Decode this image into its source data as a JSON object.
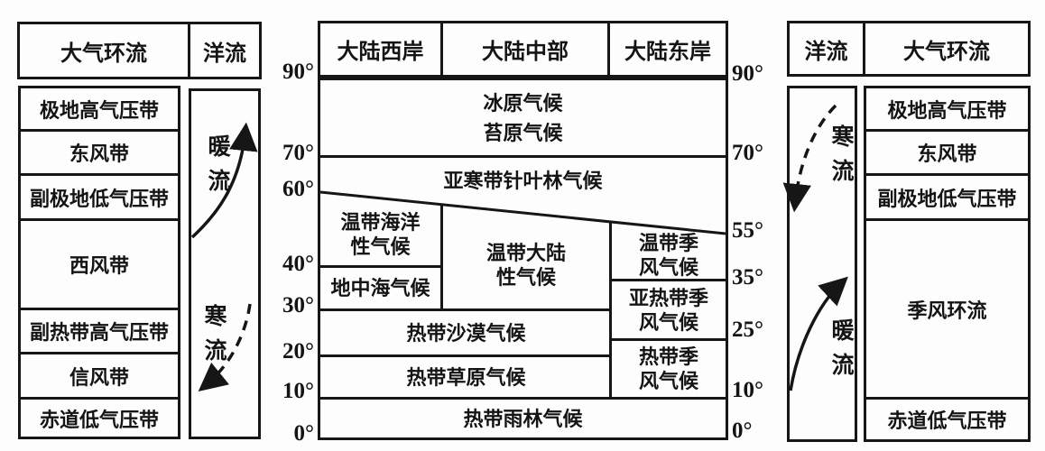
{
  "colors": {
    "line": "#161616",
    "background": "#fdfdfd"
  },
  "left_panel": {
    "header": {
      "atmospheric": "大气环流",
      "ocean": "洋流"
    },
    "bands": [
      "极地高气压带",
      "东风带",
      "副极地低气压带",
      "西风带",
      "副热带高气压带",
      "信风带",
      "赤道低气压带"
    ],
    "currents": {
      "warm": {
        "label": "暖流",
        "arrow_style": "solid",
        "direction": "up"
      },
      "cold": {
        "label": "寒流",
        "arrow_style": "dashed",
        "direction": "down"
      }
    }
  },
  "middle_panel": {
    "header": [
      "大陆西岸",
      "大陆中部",
      "大陆东岸"
    ],
    "lat_left": [
      "90°",
      "70°",
      "60°",
      "40°",
      "30°",
      "20°",
      "10°",
      "0°"
    ],
    "lat_right": [
      "90°",
      "70°",
      "55°",
      "35°",
      "25°",
      "10°",
      "0°"
    ],
    "zones": {
      "ice_tundra": [
        "冰原气候",
        "苔原气候"
      ],
      "subarctic": [
        "亚寒带针叶林气候"
      ],
      "temperate_oceanic": [
        "温带海洋",
        "性气候"
      ],
      "mediterranean": [
        "地中海气候"
      ],
      "temperate_continental": [
        "温带大陆",
        "性气候"
      ],
      "temperate_monsoon": [
        "温带季",
        "风气候"
      ],
      "subtropical_monsoon": [
        "亚热带季",
        "风气候"
      ],
      "tropical_desert": [
        "热带沙漠气候"
      ],
      "tropical_savanna": [
        "热带草原气候"
      ],
      "tropical_monsoon": [
        "热带季",
        "风气候"
      ],
      "tropical_rainforest": [
        "热带雨林气候"
      ]
    }
  },
  "right_panel": {
    "header": {
      "ocean": "洋流",
      "atmospheric": "大气环流"
    },
    "bands": [
      "极地高气压带",
      "东风带",
      "副极地低气压带",
      "季风环流",
      "赤道低气压带"
    ],
    "currents": {
      "cold": {
        "label": "寒流",
        "arrow_style": "dashed",
        "direction": "down"
      },
      "warm": {
        "label": "暖流",
        "arrow_style": "solid",
        "direction": "up"
      }
    }
  }
}
